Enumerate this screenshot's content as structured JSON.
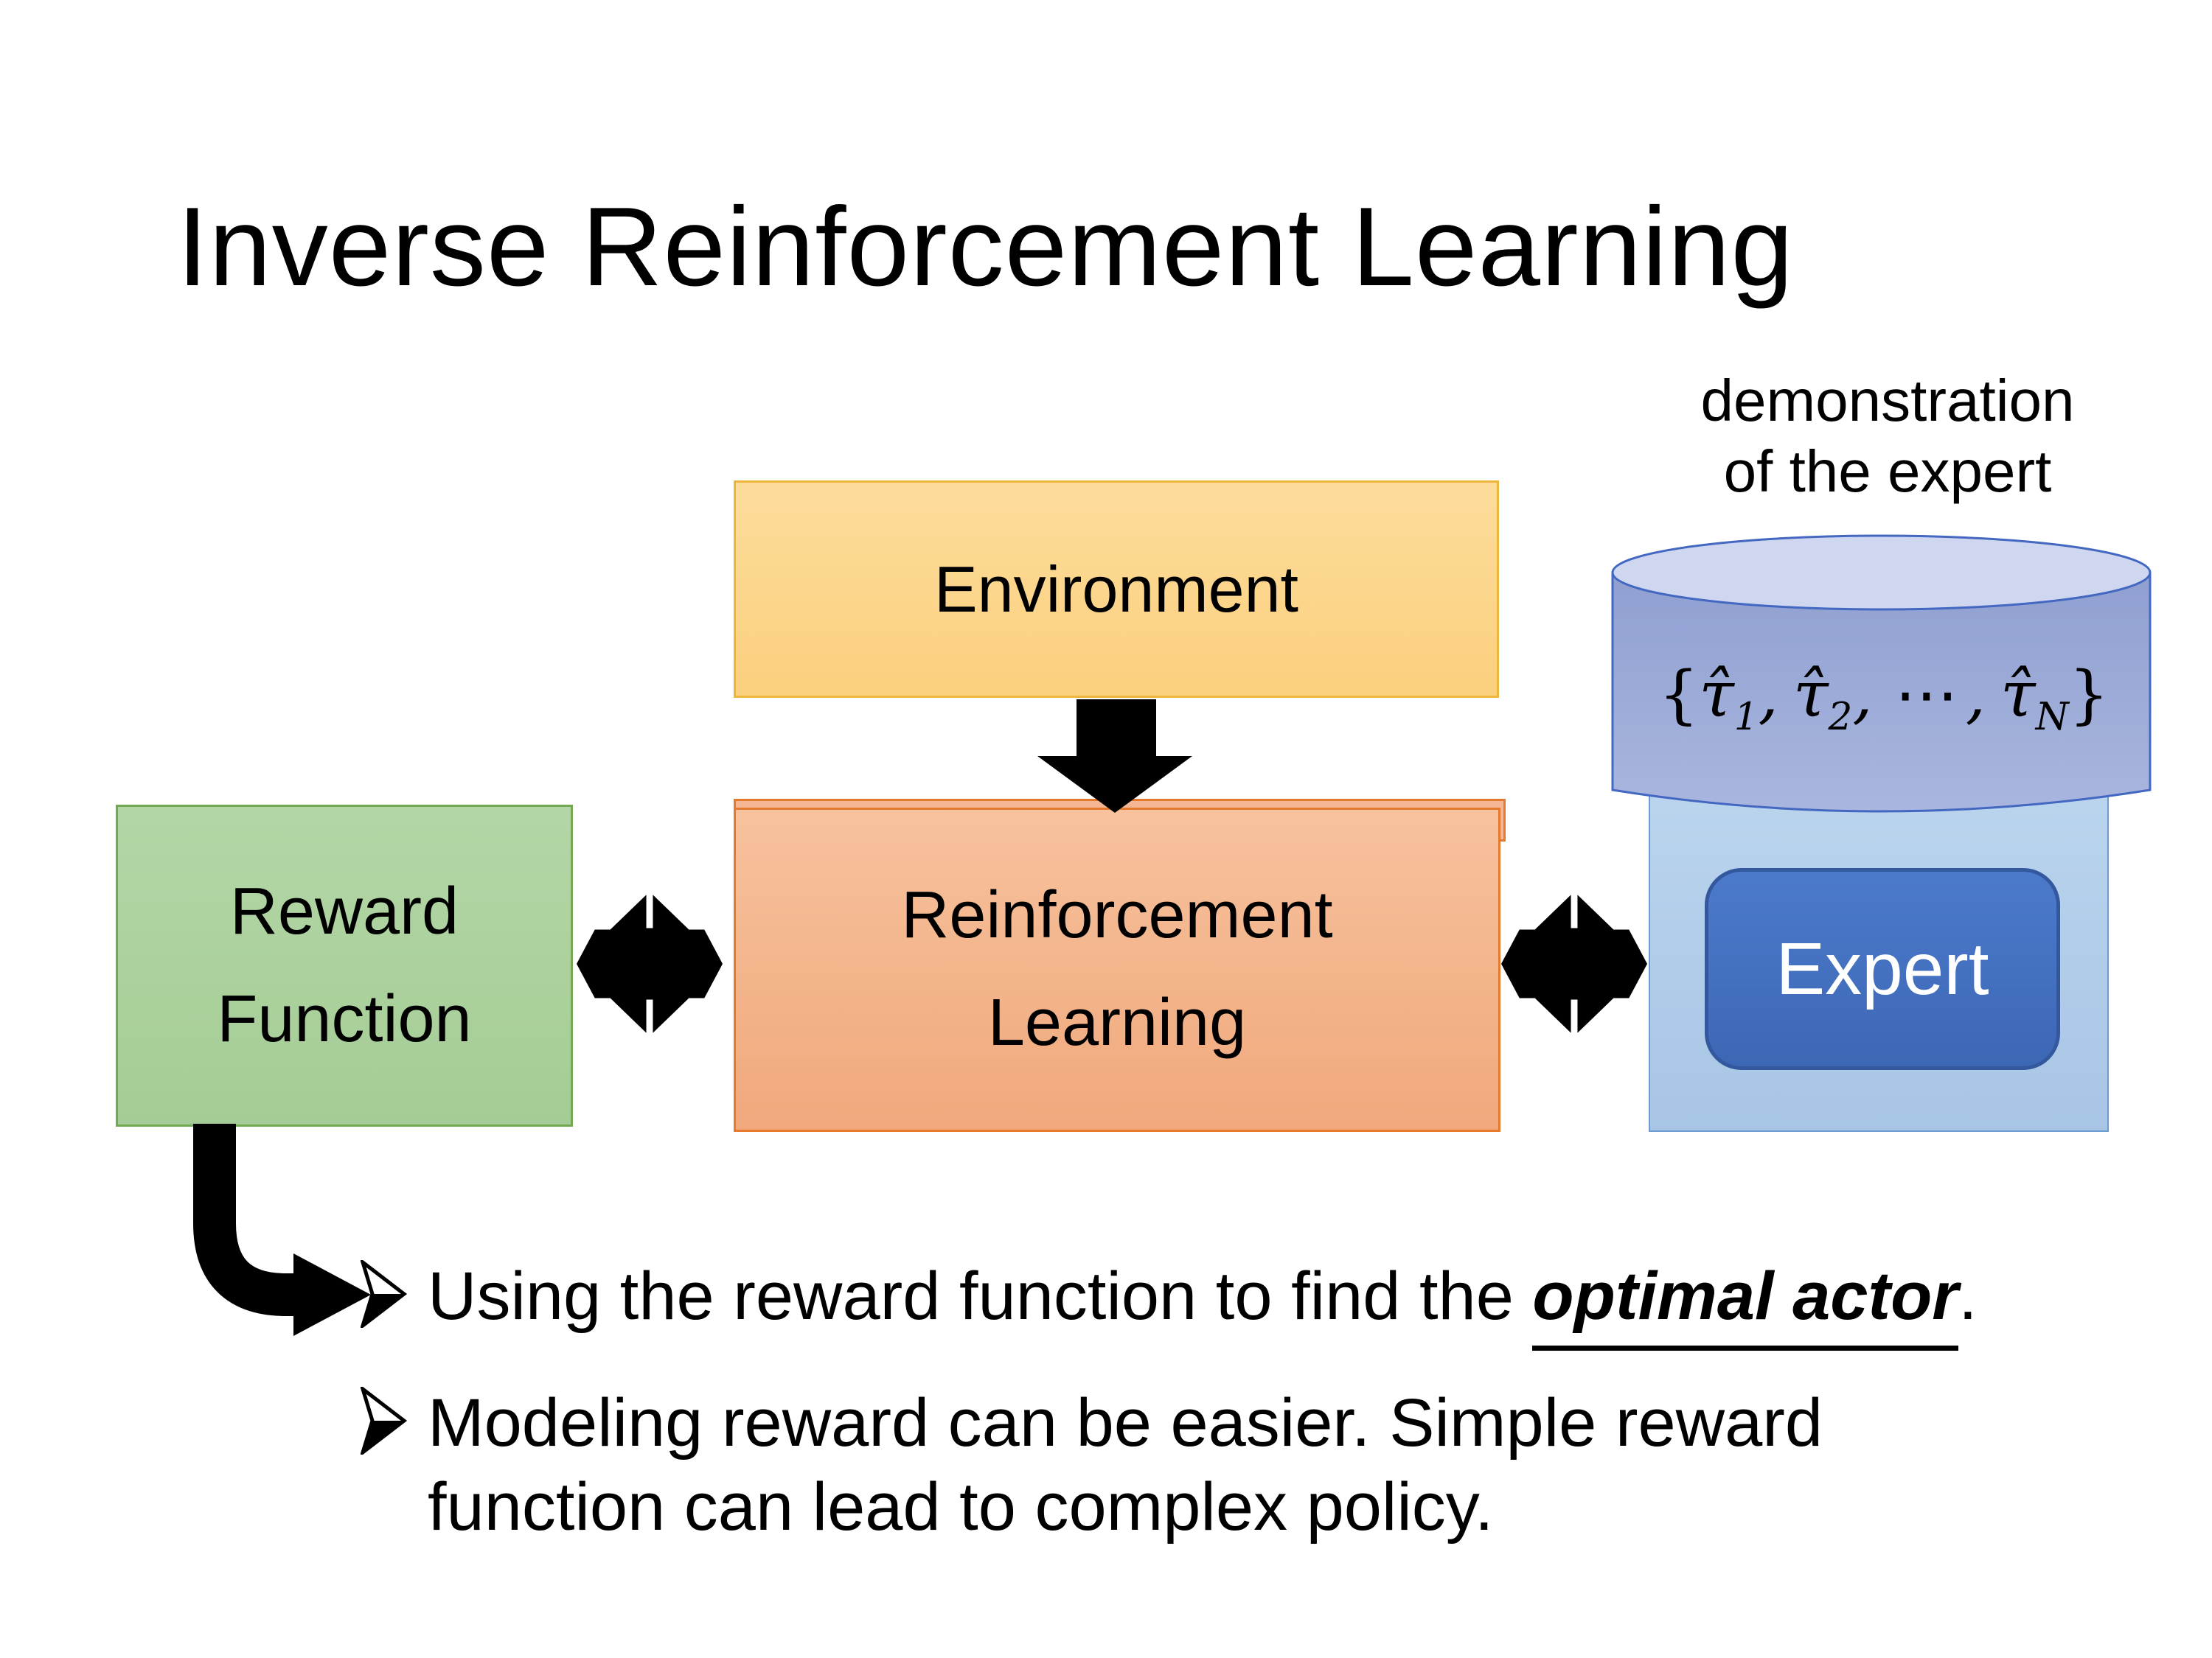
{
  "slide": {
    "title": "Inverse Reinforcement Learning",
    "caption": {
      "line1": "demonstration",
      "line2": "of the expert"
    },
    "boxes": {
      "environment": {
        "label": "Environment"
      },
      "reward_function": {
        "line1": "Reward",
        "line2": "Function"
      },
      "reinforcement_learning": {
        "line1": "Reinforcement",
        "line2": "Learning"
      },
      "expert": {
        "label": "Expert"
      }
    },
    "cylinder_formula": {
      "open": "{",
      "tau1": "τ̂",
      "sub1": "1",
      "c1": ",",
      "tau2": "τ̂",
      "sub2": "2",
      "c2": ",",
      "dots": "⋯",
      "c3": ",",
      "tau3": "τ̂",
      "subN": "N",
      "close": "}"
    },
    "bullets": [
      {
        "pre": "Using the reward function to find the ",
        "emphasis": "optimal actor",
        "post": "."
      },
      {
        "line1": "Modeling reward can be easier. Simple reward",
        "line2": "function can lead to complex policy."
      }
    ],
    "colors": {
      "background": "#FFFFFF",
      "text": "#000000",
      "arrow": "#000000",
      "environment_fill": "#FBD17E",
      "environment_border": "#EFB63C",
      "reward_fill": "#ACD19E",
      "reward_border": "#73A950",
      "rl_fill": "#F4B28E",
      "rl_border": "#E57A2E",
      "expert_fill": "#4472C4",
      "expert_border": "#33589E",
      "expert_container_fill": "#B3CFEA",
      "expert_container_border": "#6D9CD3",
      "cylinder_body_fill": "#99A8D6",
      "cylinder_top_fill": "#CED7EF",
      "cylinder_border": "#4468C1"
    }
  }
}
